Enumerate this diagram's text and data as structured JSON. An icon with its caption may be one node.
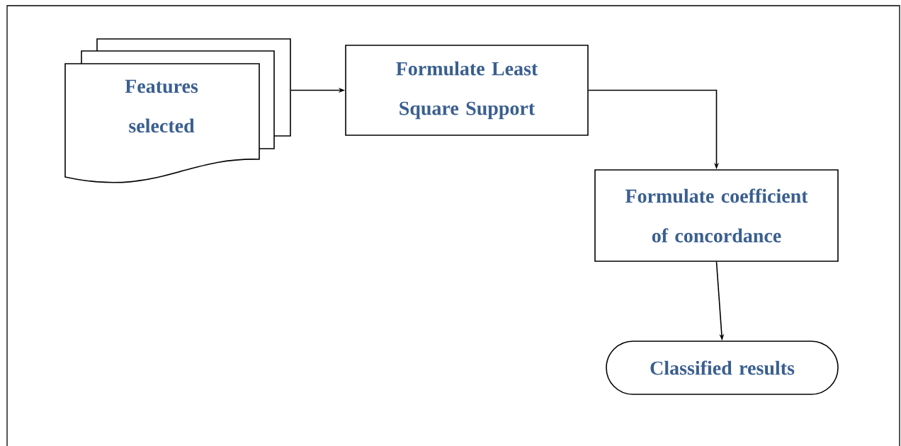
{
  "diagram": {
    "nodes": [
      {
        "text": [
          "Features selected"
        ]
      },
      {
        "text": [
          "Formulate Least Square Support"
        ]
      },
      {
        "text": [
          "Formulate coefficient of concordance"
        ]
      },
      {
        "text": [
          "Classified results"
        ]
      }
    ],
    "edges": [
      {
        "from": 0,
        "to": 1,
        "arrow": "to"
      },
      {
        "from": 1,
        "to": 2,
        "arrow": "to"
      },
      {
        "from": 2,
        "to": 3,
        "arrow": "to"
      }
    ]
  }
}
